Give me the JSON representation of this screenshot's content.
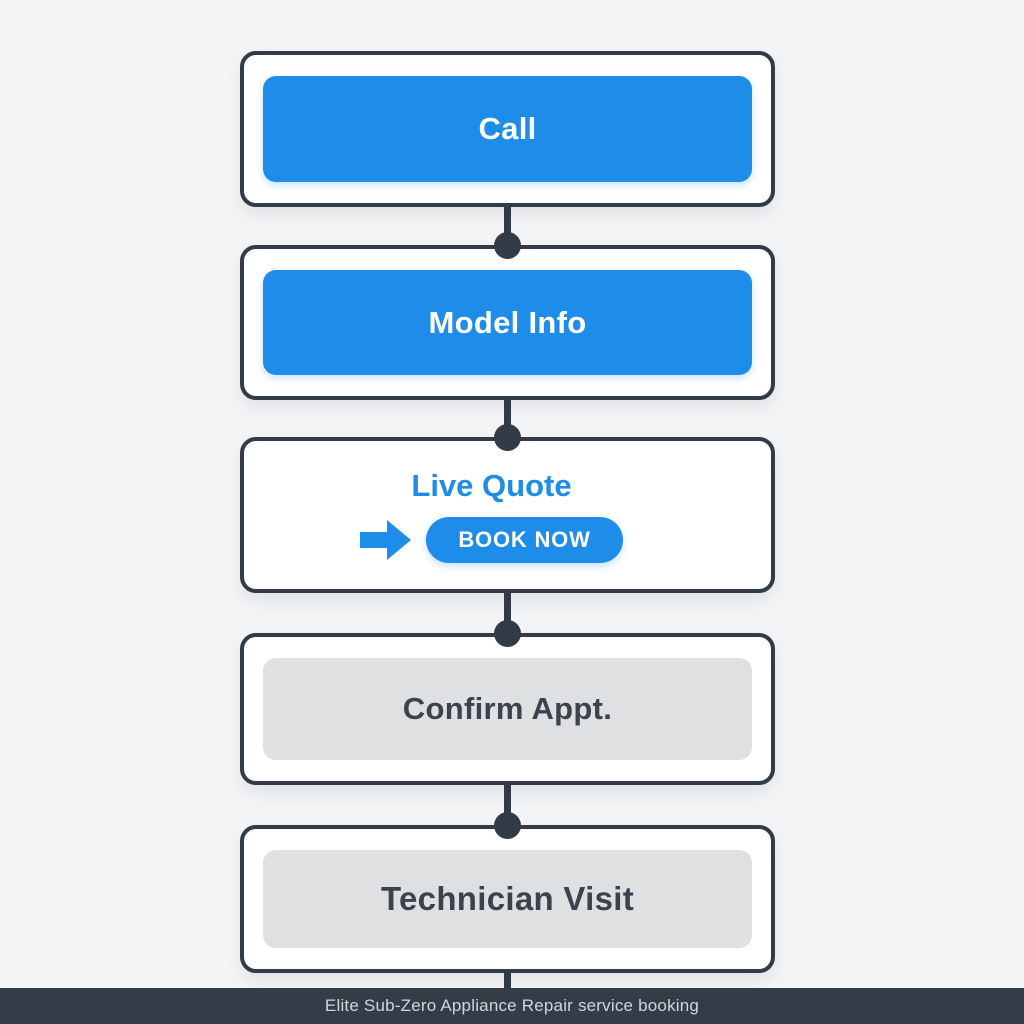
{
  "steps": [
    {
      "label": "Call",
      "state": "active"
    },
    {
      "label": "Model Info",
      "state": "active"
    },
    {
      "label": "Live Quote",
      "cta": "BOOK NOW",
      "state": "highlight"
    },
    {
      "label": "Confirm Appt.",
      "state": "inactive"
    },
    {
      "label": "Technician Visit",
      "state": "inactive"
    }
  ],
  "caption": "Elite Sub-Zero Appliance Repair service booking",
  "icons": {
    "arrow_right": "right-pointing block arrow indicating the BOOK NOW action"
  },
  "colors": {
    "accent_blue": "#1d8de9",
    "outline_dark": "#323b46",
    "box_fill": "#ffffff",
    "inactive_fill": "#dfe0e1",
    "inactive_text": "#3a434e",
    "caption_bg": "#333d48",
    "caption_text": "#d2d5d8",
    "background": "#f4f5f7"
  }
}
